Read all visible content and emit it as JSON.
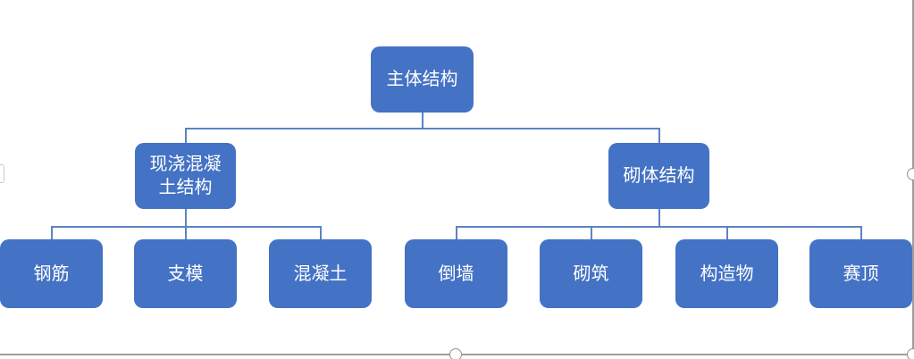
{
  "chart": {
    "type": "org-chart",
    "root": {
      "label": "主体结构"
    },
    "branches": [
      {
        "label": "现浇混凝\n土结构",
        "children": [
          {
            "label": "钢筋"
          },
          {
            "label": "支模"
          },
          {
            "label": "混凝土"
          }
        ]
      },
      {
        "label": "砌体结构",
        "children": [
          {
            "label": "倒墙"
          },
          {
            "label": "砌筑"
          },
          {
            "label": "构造物"
          },
          {
            "label": "赛顶"
          }
        ]
      }
    ]
  },
  "colors": {
    "node_fill": "#4472C4",
    "node_text": "#FFFFFF",
    "connector": "#5B84C5",
    "canvas_border": "#9E9E9E"
  }
}
